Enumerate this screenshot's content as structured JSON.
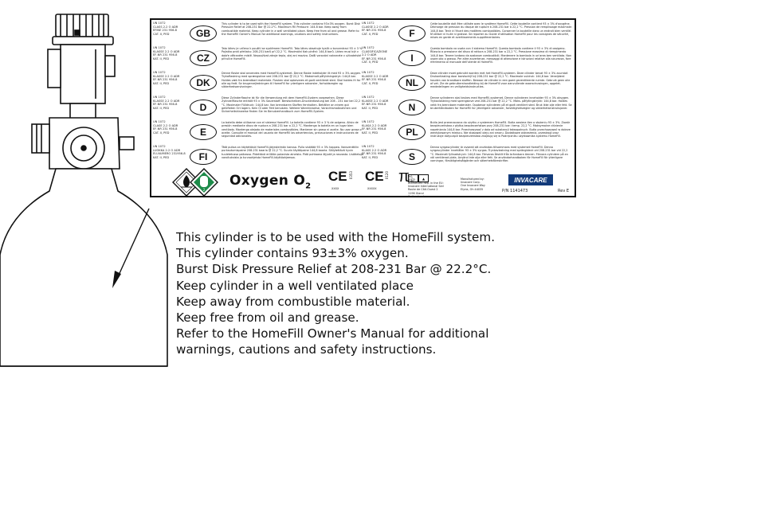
{
  "label": {
    "product_name": "Oxygen O",
    "product_subscript": "2",
    "ce_mark_left": "CE",
    "ce_number_left": "0353",
    "ce_mark_right": "CE",
    "ce_number_right": "0120",
    "pi_mark": "π",
    "brand": "INVACARE",
    "part_number": "P/N 1141473",
    "revision": "Rev E",
    "languages_left": [
      {
        "code": "GB",
        "class": "UN 1072\nCLASS 2.2 O ADR\nEFINE 231 956-8\nCAT. II, PED",
        "text": "This cylinder is to be used with the HomeFill system. This cylinder contains 93±3% oxygen. Burst Disk Pressure Relief at 208-231 Bar @ 22.2°C. Maximum Fill Pressure: 144.8 bar. Keep away from combustible material. Keep cylinder in a well ventilated place. Keep free from oil and grease. Refer to the HomeFill Owner's Manual for additional warnings, cautions and safety instructions."
      },
      {
        "code": "CZ",
        "class": "UN 1072\nKLASSE 2.2 O ADR\nEF-NR 231 956-8\nKAT. II, PED",
        "text": "Tato láhev je určena k použití se systémem HomeFill. Tato láhev obsahuje kyslík o koncentraci 93 ± 3 %. Pojistka proti přetlaku: 208-231 barů při 22,2 °C. Maximální tlak plnění: 144,8 barů. Láhev musí být v dobře větraném místě. Nepoužívat zdroje tepla, olej ani mazivo. Další varování naleznete v uživatelské příručce HomeFill."
      },
      {
        "code": "DK",
        "class": "UN 1072\nKLASSE 2.2 O ADR\nEF-NR 231 956-8\nKAT. II, PED",
        "text": "Denne flaske skal anvendes med HomeFill-systemet. Denne flaske indeholder ilt med 93 ± 3% oxygen. Trykaflastning med sprængskive ved 208-231 bar @ 22,2 °C. Maksimalt påfyldningstryk: 144,8 bar. Holdes væk fra brændbart materiale. Flasken skal opbevares et godt ventileret sted. Skal holdes fri for olie og fedt. Se brugervejledningen til HomeFill for yderligere advarsler, forholdsregler og sikkerhedsanvisninger."
      },
      {
        "code": "D",
        "class": "UN 1072\nKLASSE 2.2 O ADR\nEF-NR 231 956-8\nKAT. II, PED",
        "text": "Diese Zylinderflasche ist für die Verwendung mit dem HomeFill-System vorgesehen. Diese Zylinderflasche enthält 93 ± 3% Sauerstoff. Berstscheiben-Druckentlastung bei 208 - 231 bar bei 22,2 °C. Maximaler Fülldruck: 144,8 bar. Von brennbaren Stoffen fernhalten. Behälter an einem gut gelüfteten Ort lagern. Kein Öl oder Fett benutzen. Weitere Warnhinweise, Vorsichtsmaßnahmen und Sicherheitshinweise finden Sie im Benutzerhandbuch zum HomeFill-System."
      },
      {
        "code": "E",
        "class": "UN 1072\nCLASE 2.2 O ADR\nEF-NR 231 956-8\nCAT. II, PED",
        "text": "La botella debe utilizarse con el sistema HomeFill. La botella contiene 93 ± 3 % de oxígeno. Alivio de presión mediante disco de ruptura a 208-231 bar a 22,2 °C. Mantenga la botella en un lugar bien ventilado. Mantenga alejado de materiales combustibles. Mantener sin grasa ni aceite. No usar grasa o aceite. Consulte el manual del usuario de HomeFill las advertencias, precauciones e instrucciones de seguridad adicionales."
      },
      {
        "code": "FI",
        "class": "UN 1072\nLUOKKA 2.2 O ADR\nEU-NUMERO 231956-8\nKAT. II, PED",
        "text": "Tätä pulloa on käytettävä HomeFill-järjestelmän kanssa. Pullo sisältää 93 ± 3% happea. Varoventtiilin purkautumispaine 208-231 baaria @ 22,2 °C. Suurin täyttöpaine 144,8 baaria. Säilytettävä hyvin tuuletetussa paikassa. Pidettävä erillään palavista aineista. Pidä puhtaana öljystä ja rasvasta. Lisätietoja varoituksista ja turvaohjeista HomeFill-käyttöohjeessa."
      }
    ],
    "languages_right": [
      {
        "code": "F",
        "class": "UN 1072\nCLASSE 2.2 O ADR\nEF-NR 231 956-8\nCAT. II, PED",
        "text": "Cette bouteille doit être utilisée avec le système HomeFill. Cette bouteille contient 93 ± 3% d'oxygène. Décharge de pression du disque de rupture à 208-231 bar à 22,2 °C. Pression de remplissage maximale: 144,8 bar. Tenir à l'écart des matières combustibles. Conserver la bouteille dans un endroit bien ventilé. N'utiliser ni huile ni graisse. Se reporter au Guide d'utilisation HomeFill pour les consignes de sécurité, mises en garde et avertissements supplémentaires."
      },
      {
        "code": "I",
        "class": "UN 1072\nCLASSIFICAZIONE\n2.2 O ADR\nEF-NR 231 956-8\nCAT. II, PED",
        "text": "Questa bombola va usata con il sistema HomeFill. Questa bombola contiene il 93 ± 3% di ossigeno. Rilascio a pressione del disco di rottura a 208-231 bar a 22,2 °C. Pressione massima di riempimento 144,8 bar. Tenere lontano da sostanze combustibili. Mantenere la bombola in un'area ben ventilata. Non usare olio o grasso. Per altre avvertenze, messaggi di attenzione e istruzioni relative alla sicurezza, fare riferimento al manuale dell'utente di HomeFill."
      },
      {
        "code": "NL",
        "class": "UN 1072\nKLASSE 2.2 O ADR\nEF-NR 231 956-8\nCAT. II, PED",
        "text": "Deze cilinder moet gebruikt worden met het HomeFill-systeem. Deze cilinder bevat 93 ± 3% zuurstof. Drukontlasting door barstschijf bij 208-231 bar @ 22,2 °C. Maximale vuldruk: 144,8 bar. Verwijderd houden van brandbare stoffen. Bewaar de cilinder in een goed geventileerde ruimte. Gebruik geen olie of vet. Zie de gebruikershandleiding bij de HomeFill voor aanvullende waarschuwingen, opgelet-mededelingen en veiligheidsinstructies."
      },
      {
        "code": "N",
        "class": "UN 1072\nKLASSE 2.2 O ADR\nEF-NR 231 956-8\nKAT. II, PED",
        "text": "Denne sylinderen skal brukes med HomeFill-systemet. Denne sylinderen inneholder 93 ± 3% oksygen. Trykavlastning med sprengskive ved 208-231 bar @ 22,2 °C. Maks. påfyllingstrykk: 144,8 bar. Holdes vekk fra brennbare materialer. Oppbevar sylinderen på et godt ventilert sted. Bruk ikke olje eller fett. Se brukerhåndboken for HomeFill for ytterligere advarsler, forsiktighetsregler og sikkerhetsinstruksjoner."
      },
      {
        "code": "PL",
        "class": "UN 1072\nKLASA 2.2 O ADR\nEF-NR 231 956-8\nKAT. II, PED",
        "text": "Butla jest przeznaczona do użytku z systemem HomeFill. Butla zawiera tlen o stężeniu 93 ± 3%. Zawór bezpieczeństwa z płytką bezpieczeństwa przy 208-231 bar i temp. 22,2 °C. Maksymalne ciśnienie napełniania 144,8 bar. Przechowywać z dala od substancji łatwopalnych. Butlę przechowywać w dobrze wentylowanym miejscu. Nie stosować oleju ani smaru. Dodatkowe ostrzeżenia, przestrogi oraz instrukcje dotyczące bezpieczeństwa znajdują się w Podręczniku użytkownika systemu HomeFill."
      },
      {
        "code": "S",
        "class": "UN 1072\nKLASS 2.2 O ADR\nEF-NR 231 956-8\nKAT. II, PED",
        "text": "Denna syrgascylinder är avsedd att användas tillsammans med systemet HomeFill. Denna syrgascylinder innehåller 93 ± 3% syrgas. Tryckavlastning med sprängbleck vid 208-231 bar vid 22,2 °C. Maximalt fyllnadstryck: 144,8 bar. Förvaras åtskilt från brännbara ämnen. Förvara cylindern på en väl ventilerad plats. Använd inte olja eller fett. Se användarhandboken för HomeFill för ytterligare varningar, försiktighetsåtgärder och säkerhetsföreskrifter."
      }
    ],
    "rep_info": "Authorized Rep. in the EU:\nInvacare International Sàrl\nRoute de Cité-Ouest 2\n1196 Gland\nSwitzerland",
    "mfr_info": "Manufactured by:\nInvacare Corp.\nOne Invacare Way\nElyria, Oh 44035",
    "ec_rep": "EC REP"
  },
  "instructions": [
    "This cylinder is to be used with the HomeFill system.",
    "This cylinder contains 93±3% oxygen.",
    "Burst Disk Pressure Relief at 208-231 Bar @ 22.2°C.",
    "Keep cylinder in a well ventilated place",
    "Keep away from combustible material.",
    "Keep free from oil and grease.",
    "Refer to the HomeFill Owner's Manual for additional",
    "warnings, cautions and safety instructions."
  ]
}
